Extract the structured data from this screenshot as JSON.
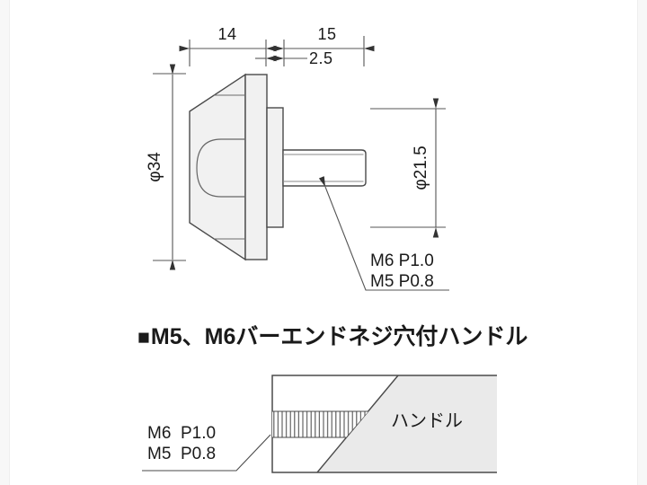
{
  "drawing": {
    "dimensions": {
      "head_length": "14",
      "thread_length": "15",
      "step_length": "2.5",
      "head_diameter": "φ34",
      "step_diameter": "φ21.5"
    },
    "thread_note_top": {
      "line1": "M6 P1.0",
      "line2": "M5 P0.8"
    },
    "section_heading": {
      "marker": "■",
      "text": "M5、M6バーエンドネジ穴付ハンドル"
    },
    "section_view": {
      "thread_note_line1": "M6  P1.0",
      "thread_note_line2": "M5  P0.8",
      "handle_label": "ハンドル"
    },
    "colors": {
      "line": "#4a4a4a",
      "part_fill": "#f1f1f1",
      "handle_fill": "#eaeaea",
      "text": "#1a1a1a"
    }
  }
}
